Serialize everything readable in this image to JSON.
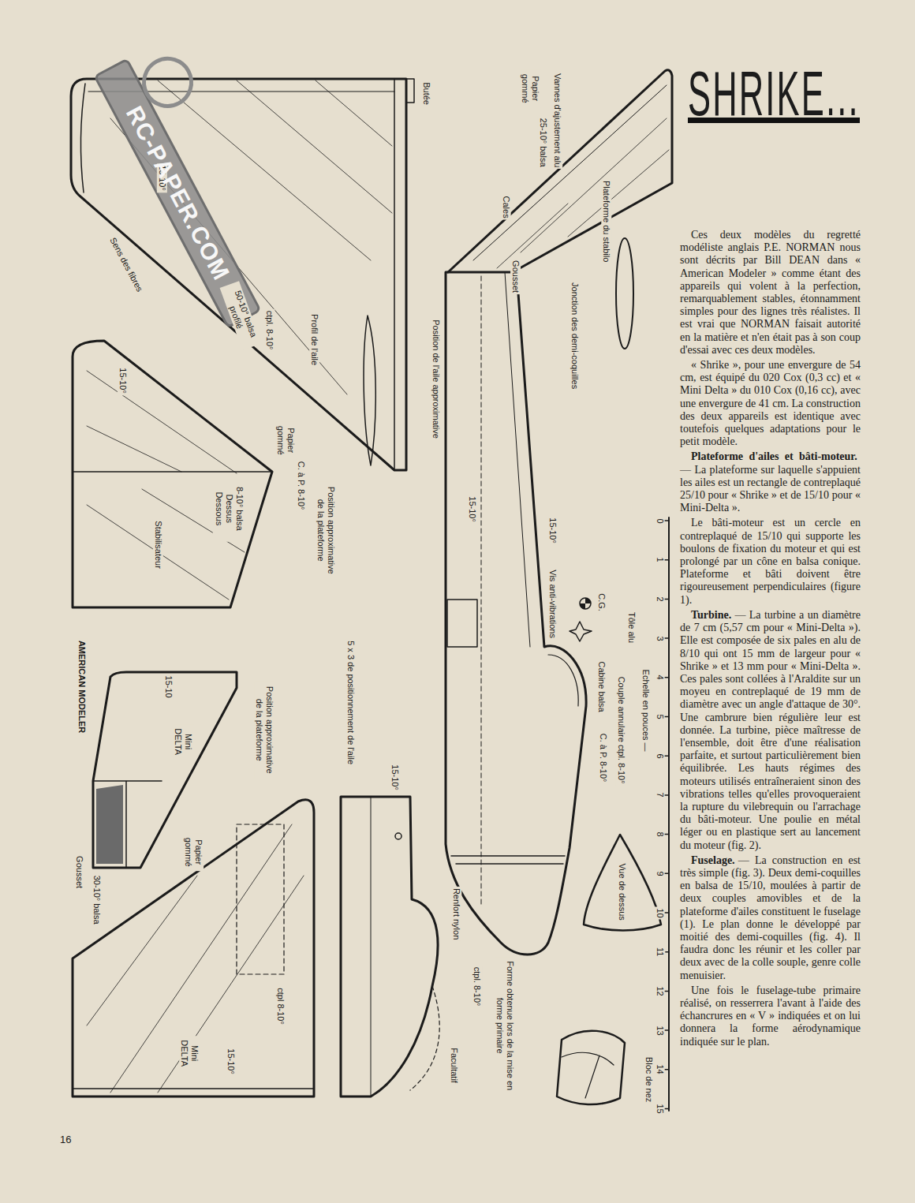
{
  "diagram": {
    "title": "SHRIKE...",
    "labels": [
      "Papier gommé",
      "25-10° balsa",
      "Vannes d'ajustement alu",
      "Butée",
      "15-10°",
      "Sens des fibres",
      "50-10° balsa profilé",
      "Cales",
      "Gousset",
      "ctpl. 8-10°",
      "Profil de l'aile",
      "Position de l'aile approximative",
      "15-10°",
      "Papier gommé",
      "C. à P. 8-10°",
      "Position approximative de la plateforme",
      "8-10° balsa Dessus Dessous",
      "Stabilisateur",
      "15-10°",
      "Plateforme du stabilo",
      "Jonction des demi-coquilles",
      "C.G.",
      "15-10°",
      "Vis anti-vibrations",
      "5 x 3 de positionnement de l'aile",
      "Tôle alu",
      "Cabine balsa",
      "Couple annulaire ctpl. 8-10°",
      "C. à P. 8-10°",
      "Echelle en pouces —",
      "0",
      "1",
      "2",
      "3",
      "4",
      "5",
      "6",
      "7",
      "8",
      "9",
      "10",
      "11",
      "12",
      "13",
      "14",
      "15",
      "Vue de dessus",
      "Bloc de nez",
      "Renfort nylon",
      "ctpl. 8-10°",
      "Forme obtenue lors de la mise en forme primaire",
      "Facultatif",
      "15-10°",
      "15-10",
      "Mini DELTA",
      "Papier gommé",
      "Position approximative de la plateforme",
      "ctpl 8-10°",
      "30-10° balsa",
      "Mini DELTA",
      "15-10°",
      "Gousset",
      "AMERICAN MODELER",
      "16",
      "RC-PAPER.COM",
      "Ces deux modèles du regretté modéliste anglais P.E. NORMAN nous sont décrits par Bill DEAN dans « American Modeler » comme étant des appareils qui volent à la perfection, remarquablement stables, étonnamment simples pour des lignes très réalistes. Il est vrai que NORMAN faisait autorité en la matière et n'en était pas à son coup d'essai avec ces deux modèles.",
      "« Shrike », pour une envergure de 54 cm, est équipé du 020 Cox (0,3 cc) et « Mini Delta » du 010 Cox (0,16 cc), avec une envergure de 41 cm. La construction des deux appareils est identique avec toutefois quelques adaptations pour le petit modèle.",
      "Plateforme d'ailes et bâti-moteur.",
      "— La plateforme sur laquelle s'appuient les ailes est un rectangle de contreplaqué 25/10 pour « Shrike » et de 15/10 pour « Mini-Delta ».",
      "Le bâti-moteur est un cercle en contreplaqué de 15/10 qui supporte les boulons de fixation du moteur et qui est prolongé par un cône en balsa conique. Plateforme et bâti doivent être rigoureusement perpendiculaires (figure 1).",
      "Turbine.",
      "— La turbine a un diamètre de 7 cm (5,57 cm pour « Mini-Delta »). Elle est composée de six pales en alu de 8/10 qui ont 15 mm de largeur pour « Shrike » et 13 mm pour « Mini-Delta ». Ces pales sont collées à l'Araldite sur un moyeu en contreplaqué de 19 mm de diamètre avec un angle d'attaque de 30°. Une cambrure bien régulière leur est donnée. La turbine, pièce maîtresse de l'ensemble, doit être d'une réalisation parfaite, et surtout particulièrement bien équilibrée. Les hauts régimes des moteurs utilisés entraîneraient sinon des vibrations telles qu'elles provoqueraient la rupture du vilebrequin ou l'arrachage du bâti-moteur. Une poulie en métal léger ou en plastique sert au lancement du moteur (fig. 2).",
      "Fuselage.",
      "— La construction en est très simple (fig. 3). Deux demi-coquilles en balsa de 15/10, moulées à partir de deux couples amovibles et de la plateforme d'ailes constituent le fuselage (1). Le plan donne le développé par moitié des demi-coquilles (fig. 4). Il faudra donc les réunir et les coller par deux avec de la colle souple, genre colle menuisier.",
      "Une fois le fuselage-tube primaire réalisé, on resserrera l'avant à l'aide des échancrures en « V » indiquées et on lui donnera la forme aérodynamique indiquée sur le plan."
    ]
  }
}
